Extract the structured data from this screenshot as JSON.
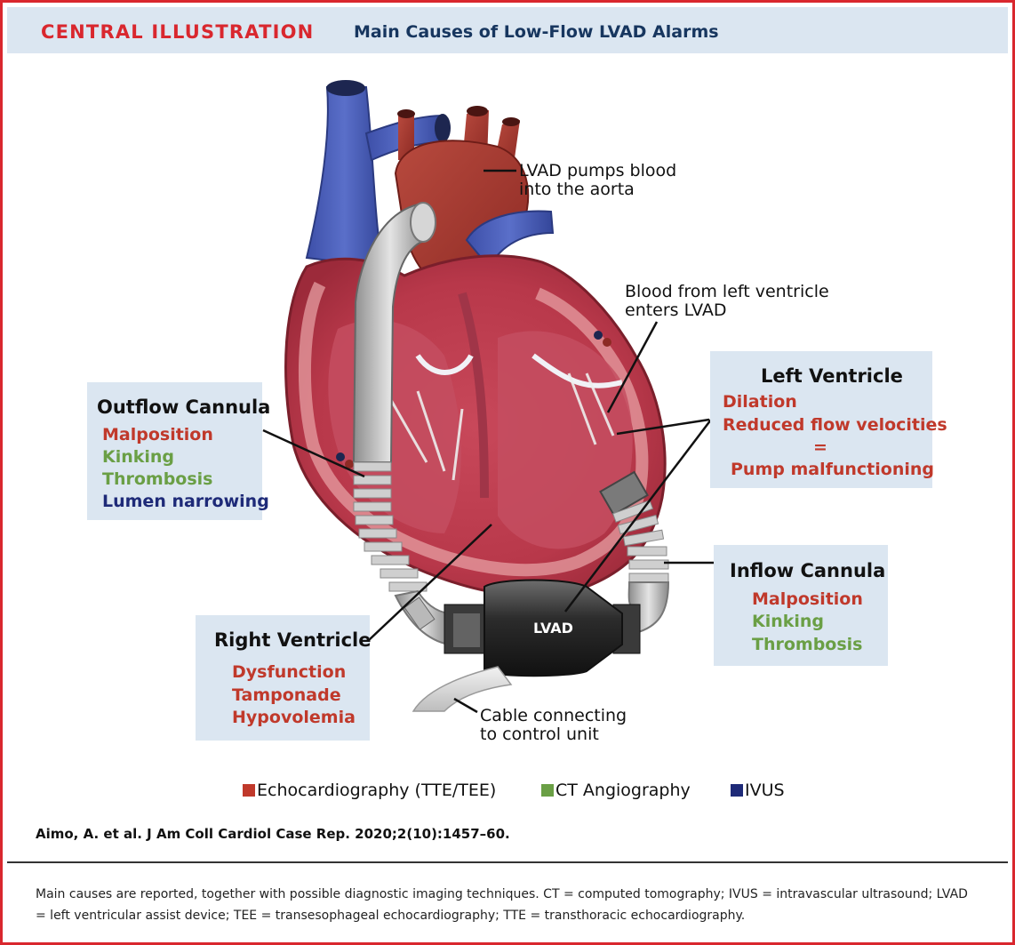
{
  "header": {
    "kicker": "CENTRAL ILLUSTRATION",
    "title": "Main Causes of Low-Flow LVAD Alarms"
  },
  "labels": {
    "aorta_line1": "LVAD pumps blood",
    "aorta_line2": "into the aorta",
    "lv_line1": "Blood from left ventricle",
    "lv_line2": "enters LVAD",
    "cable_line1": "Cable connecting",
    "cable_line2": "to control unit",
    "lvad": "LVAD"
  },
  "boxes": {
    "outflow": {
      "title": "Outflow Cannula",
      "items": [
        "Malposition",
        "Kinking",
        "Thrombosis",
        "Lumen narrowing"
      ]
    },
    "left_ventricle": {
      "title": "Left Ventricle",
      "items": [
        "Dilation",
        "Reduced flow velocities",
        "=",
        "Pump malfunctioning"
      ]
    },
    "inflow": {
      "title": "Inflow Cannula",
      "items": [
        "Malposition",
        "Kinking",
        "Thrombosis"
      ]
    },
    "right_ventricle": {
      "title": "Right Ventricle",
      "items": [
        "Dysfunction",
        "Tamponade",
        "Hypovolemia"
      ]
    }
  },
  "legend": [
    {
      "label": "Echocardiography (TTE/TEE)",
      "color": "#c0392b"
    },
    {
      "label": "CT Angiography",
      "color": "#6a9f45"
    },
    {
      "label": "IVUS",
      "color": "#1e2a78"
    }
  ],
  "citation": "Aimo, A. et al. J Am Coll Cardiol Case Rep. 2020;2(10):1457–60.",
  "caption": "Main causes are reported, together with possible diagnostic imaging techniques. CT = computed tomography; IVUS = intravascular ultrasound; LVAD = left ventricular assist device; TEE = transesophageal echocardiography; TTE = transthoracic echocardiography."
}
